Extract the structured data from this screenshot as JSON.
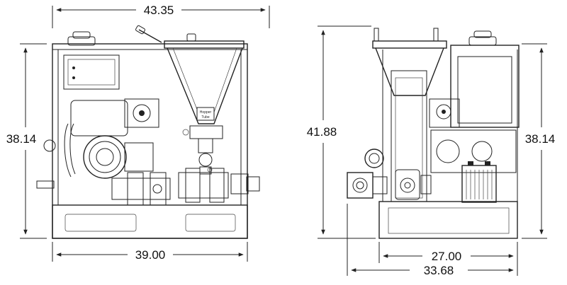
{
  "dimensions": {
    "front_width_top": "43.35",
    "front_height": "38.14",
    "front_width_base": "39.00",
    "side_height_total": "41.88",
    "side_height": "38.14",
    "side_width_base": "27.00",
    "side_width_total": "33.68"
  },
  "hopper_label_line1": "Hopper",
  "hopper_label_line2": "Tube",
  "colors": {
    "line": "#222222",
    "background": "#ffffff"
  }
}
